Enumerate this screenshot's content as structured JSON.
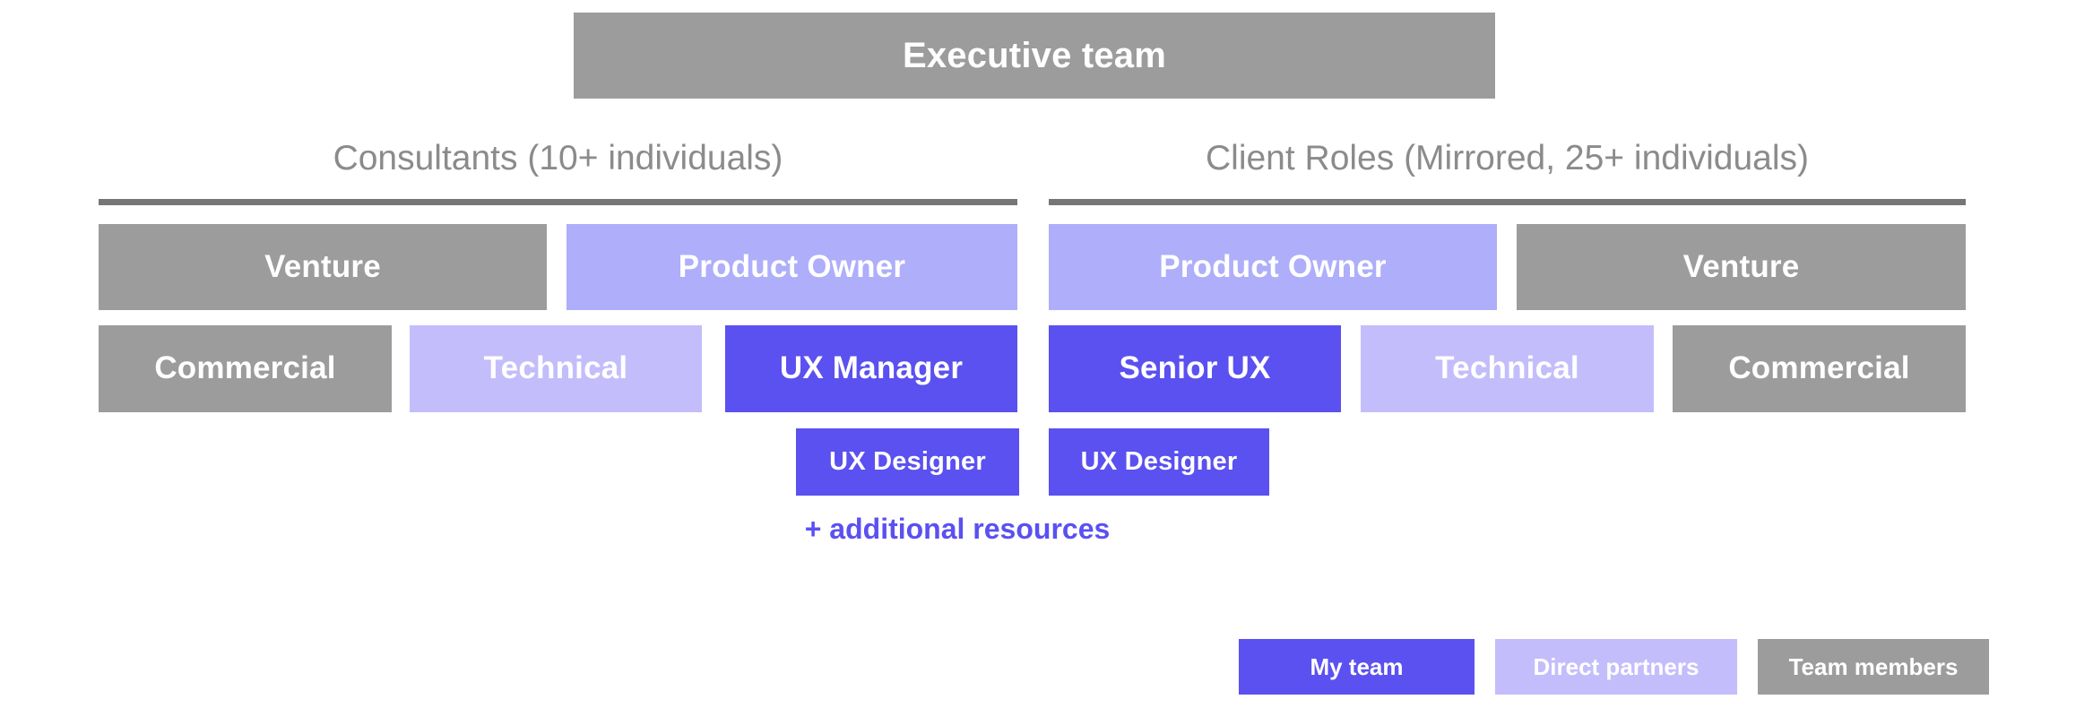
{
  "palette": {
    "gray": "#9c9c9c",
    "medium_purple": "#aeaefb",
    "light_purple": "#c4bdfb",
    "deep_purple": "#5b50f0",
    "heading_gray": "#8b8b8b",
    "rule_gray": "#767676",
    "background": "#ffffff",
    "box_text": "#ffffff"
  },
  "top": {
    "executive_label": "Executive team"
  },
  "columns": [
    {
      "key": "consultants",
      "heading": "Consultants (10+ individuals)",
      "rows": [
        [
          {
            "label": "Venture",
            "tone": "gray"
          },
          {
            "label": "Product Owner",
            "tone": "medium_purple"
          }
        ],
        [
          {
            "label": "Commercial",
            "tone": "gray"
          },
          {
            "label": "Technical",
            "tone": "light_purple"
          },
          {
            "label": "UX Manager",
            "tone": "deep_purple"
          }
        ],
        [
          {
            "label": "UX Designer",
            "tone": "deep_purple"
          }
        ]
      ]
    },
    {
      "key": "client_roles",
      "heading": "Client Roles (Mirrored, 25+ individuals)",
      "rows": [
        [
          {
            "label": "Product Owner",
            "tone": "medium_purple"
          },
          {
            "label": "Venture",
            "tone": "gray"
          }
        ],
        [
          {
            "label": "Senior UX",
            "tone": "deep_purple"
          },
          {
            "label": "Technical",
            "tone": "light_purple"
          },
          {
            "label": "Commercial",
            "tone": "gray"
          }
        ],
        [
          {
            "label": "UX Designer",
            "tone": "deep_purple"
          }
        ]
      ]
    }
  ],
  "footnote": {
    "additional_resources": "+ additional resources"
  },
  "legend": {
    "items": [
      {
        "label": "My team",
        "tone": "deep_purple"
      },
      {
        "label": "Direct partners",
        "tone": "light_purple"
      },
      {
        "label": "Team members",
        "tone": "gray"
      }
    ]
  }
}
